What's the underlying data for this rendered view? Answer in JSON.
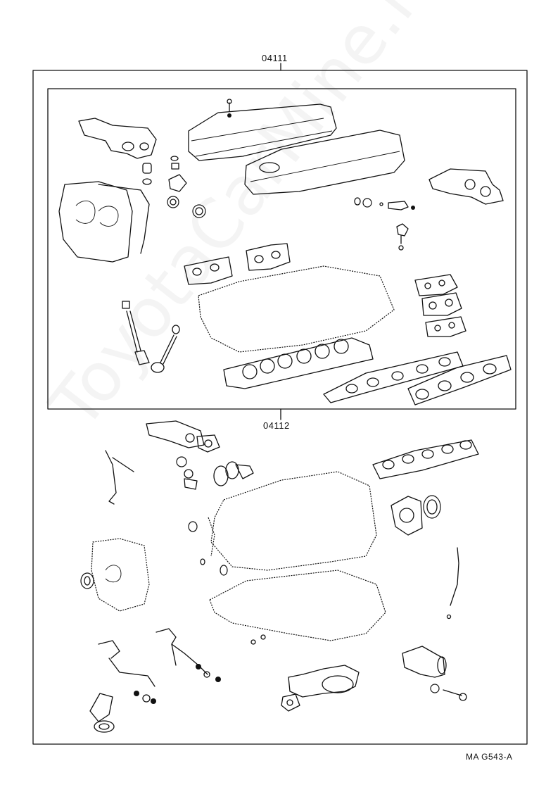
{
  "diagram": {
    "outer_kit_label": "04111",
    "inner_kit_label": "04112",
    "figure_code": "MA G543-A",
    "watermark": "ToyotaCarMine.ru"
  }
}
